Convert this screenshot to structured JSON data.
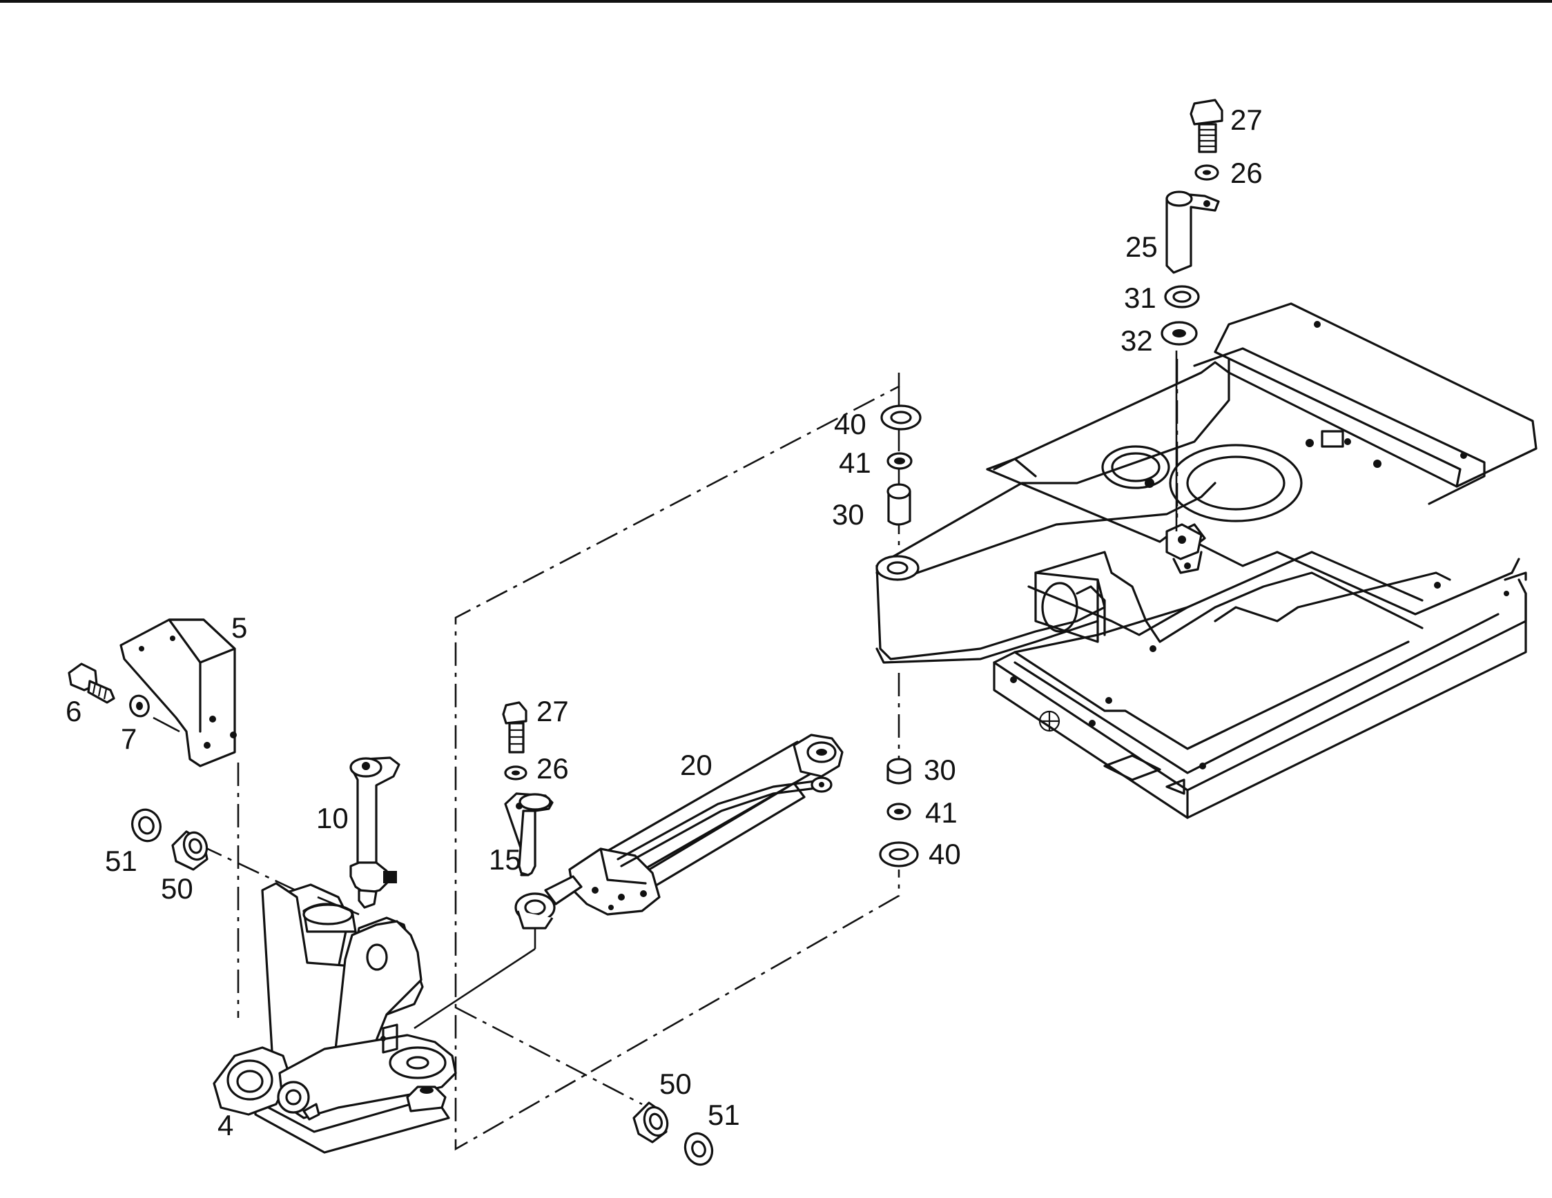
{
  "labels": {
    "l27a": "27",
    "l26a": "26",
    "l25": "25",
    "l31": "31",
    "l32": "32",
    "l40a": "40",
    "l41a": "41",
    "l30a": "30",
    "l5": "5",
    "l6": "6",
    "l7": "7",
    "l27b": "27",
    "l26b": "26",
    "l20": "20",
    "l30b": "30",
    "l41b": "41",
    "l40b": "40",
    "l10": "10",
    "l15": "15",
    "l51a": "51",
    "l50a": "50",
    "l4": "4",
    "l50b": "50",
    "l51b": "51"
  }
}
